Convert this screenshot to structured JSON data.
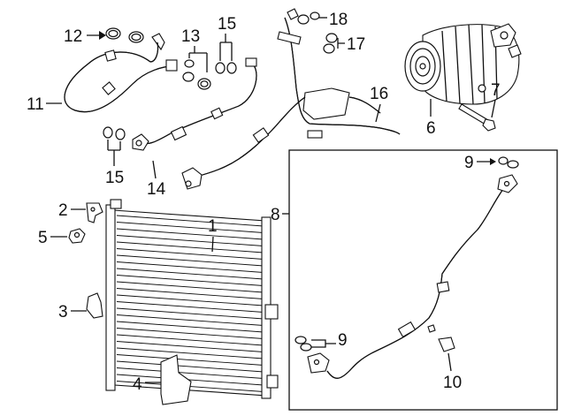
{
  "callouts": {
    "c1": "1",
    "c2": "2",
    "c3": "3",
    "c4": "4",
    "c5": "5",
    "c6": "6",
    "c7": "7",
    "c8": "8",
    "c9a": "9",
    "c9b": "9",
    "c10": "10",
    "c11": "11",
    "c12": "12",
    "c13": "13",
    "c14": "14",
    "c15a": "15",
    "c15b": "15",
    "c16": "16",
    "c17": "17",
    "c18": "18"
  },
  "colors": {
    "line": "#111111",
    "background": "#ffffff"
  }
}
